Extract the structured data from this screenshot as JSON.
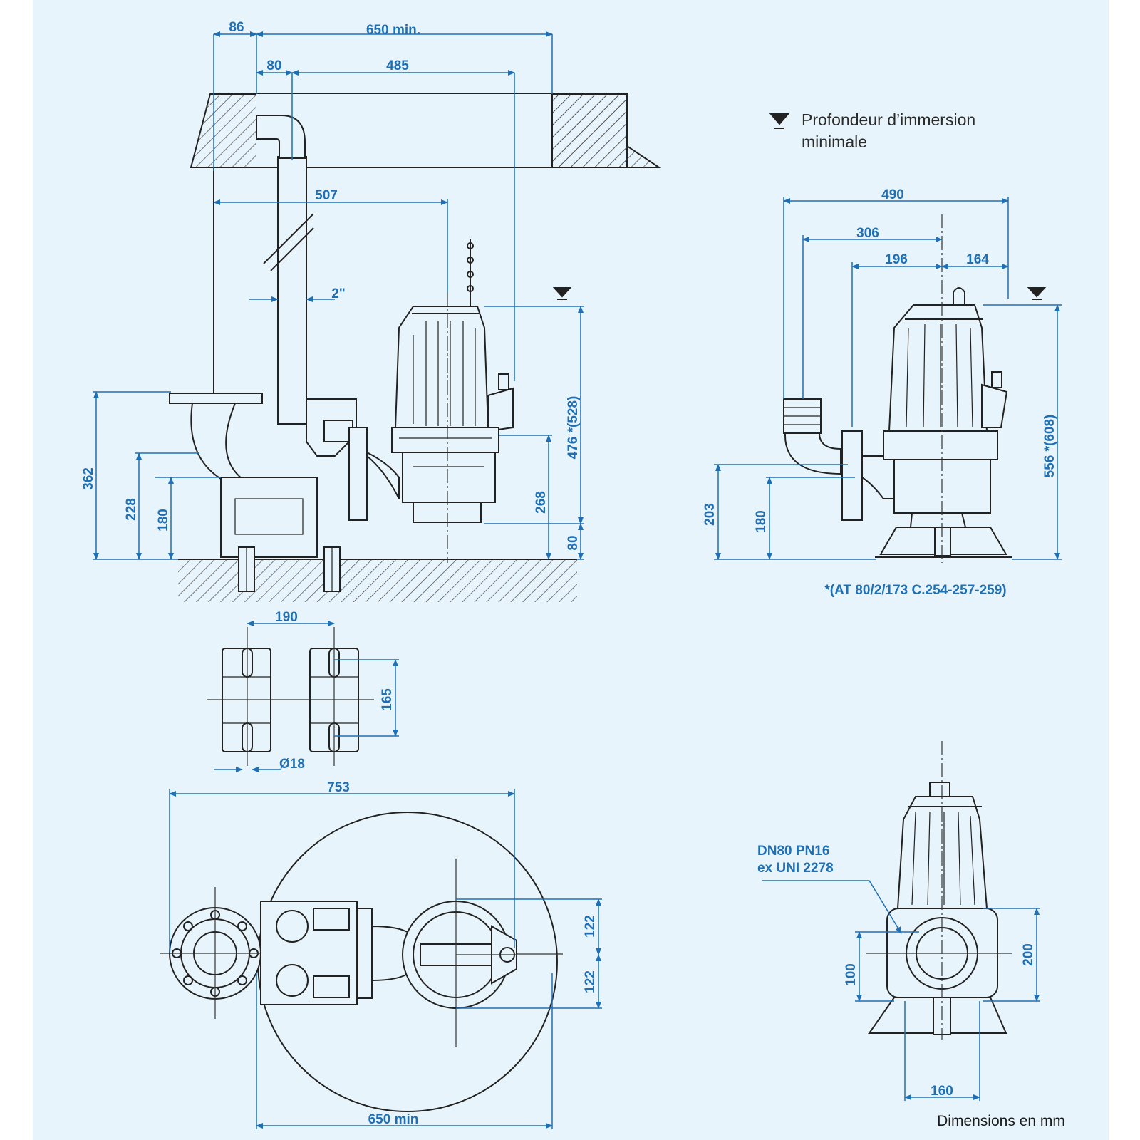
{
  "legend": {
    "immersion_line1": "Profondeur d’immersion",
    "immersion_line2": "minimale"
  },
  "notes": {
    "at_reference": "*(AT 80/2/173 C.254-257-259)",
    "flange_line1": "DN80 PN16",
    "flange_line2": "ex UNI 2278",
    "units": "Dimensions en mm"
  },
  "side_view": {
    "d_86": "86",
    "d_650_top": "650 min.",
    "d_80_top": "80",
    "d_485": "485",
    "d_507": "507",
    "d_2in": "2\"",
    "d_362": "362",
    "d_228": "228",
    "d_180": "180",
    "d_476": "476 *(528)",
    "d_268": "268",
    "d_80_bottom": "80"
  },
  "front_view": {
    "d_490": "490",
    "d_306": "306",
    "d_196": "196",
    "d_164": "164",
    "d_203": "203",
    "d_180": "180",
    "d_556": "556 *(608)"
  },
  "foot_detail": {
    "d_190": "190",
    "d_165": "165",
    "d_18": "Ø18"
  },
  "plan_view": {
    "d_753": "753",
    "d_122_top": "122",
    "d_122_bottom": "122",
    "d_650_min": "650 min"
  },
  "flange_view": {
    "d_100": "100",
    "d_200": "200",
    "d_160": "160"
  },
  "colors": {
    "background": "#e8f4fb",
    "dimension": "#1f6fb5",
    "outline": "#222222"
  }
}
